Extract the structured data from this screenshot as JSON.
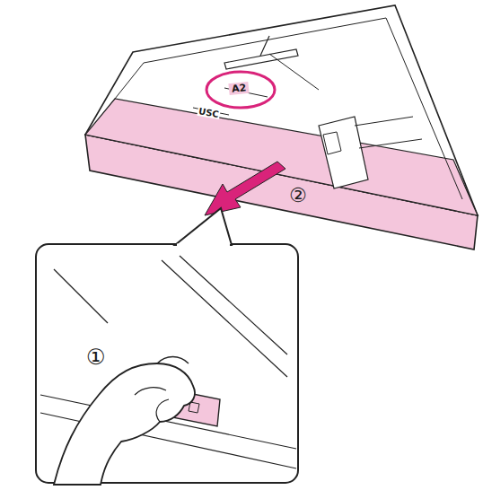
{
  "diagram": {
    "labels": [
      "A2",
      "USC",
      "②",
      "①"
    ]
  }
}
